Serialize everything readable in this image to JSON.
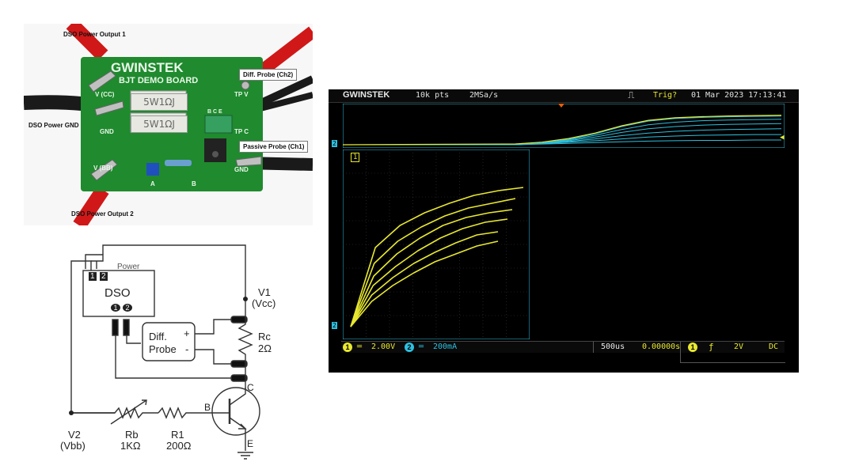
{
  "board_photo": {
    "brand": "GWINSTEK",
    "board_title": "BJT DEMO BOARD",
    "resistor_marking_1": "5W1ΩJ",
    "resistor_marking_2": "5W1ΩJ",
    "terminal_labels": "B C E",
    "silk_vcc": "V (CC)",
    "silk_gnd": "GND",
    "silk_bb": "V (BB)",
    "silk_tpv": "TP V",
    "silk_tpc": "TP C",
    "silk_gnd_right": "GND",
    "silk_a": "A",
    "silk_b": "B",
    "callout_power_out_1": "DSO Power Output 1",
    "callout_diff_probe": "Diff. Probe (Ch2)",
    "callout_power_gnd": "DSO Power GND",
    "callout_passive_probe": "Passive Probe (Ch1)",
    "callout_power_out_2": "DSO Power Output 2"
  },
  "schematic": {
    "power_label": "Power",
    "power_ports": [
      "1",
      "2"
    ],
    "dso_label": "DSO",
    "channel_ports": [
      "1",
      "2"
    ],
    "diff_probe_line1": "Diff.",
    "diff_probe_line2": "Probe",
    "plus": "+",
    "minus": "-",
    "v1_name": "V1",
    "v1_sub": "(Vcc)",
    "rc_name": "Rc",
    "rc_value": "2Ω",
    "collector": "C",
    "base": "B",
    "emitter": "E",
    "v2_name": "V2",
    "v2_sub": "(Vbb)",
    "rb_name": "Rb",
    "rb_value": "1KΩ",
    "r1_name": "R1",
    "r1_value": "200Ω"
  },
  "scope": {
    "brand": "GWINSTEK",
    "record_length": "10k pts",
    "sample_rate": "2MSa/s",
    "trigger_status": "Trig?",
    "date_time": "01 Mar 2023 17:13:41",
    "ch1_number": "1",
    "ch1_scale": "2.00V",
    "ch2_number": "2",
    "ch2_scale": "200mA",
    "timebase": "500us",
    "time_offset": "0.00000s",
    "trig_source": "1",
    "trig_level": "2V",
    "coupling": "DC",
    "xy_window_label": "1",
    "ch2_marker": "2",
    "colors": {
      "ch1": "#e8e830",
      "ch2": "#2ec0e0",
      "trigger": "#e06010",
      "bar": "#0a0a0a"
    }
  },
  "chart_data": [
    {
      "type": "line",
      "title": "",
      "xlabel": "",
      "ylabel": "",
      "series": [
        {
          "values": [
            0.0,
            0.05,
            0.15,
            0.3,
            0.5,
            0.65,
            0.72,
            0.75,
            0.77,
            0.78,
            0.79
          ]
        },
        {
          "values": [
            0.0,
            0.05,
            0.13,
            0.26,
            0.42,
            0.55,
            0.62,
            0.66,
            0.68,
            0.69,
            0.7
          ]
        },
        {
          "values": [
            0.0,
            0.04,
            0.11,
            0.21,
            0.34,
            0.44,
            0.5,
            0.54,
            0.56,
            0.57,
            0.58
          ]
        },
        {
          "values": [
            0.0,
            0.04,
            0.09,
            0.16,
            0.25,
            0.32,
            0.37,
            0.4,
            0.42,
            0.43,
            0.44
          ]
        },
        {
          "values": [
            0.0,
            0.03,
            0.07,
            0.11,
            0.16,
            0.21,
            0.24,
            0.26,
            0.27,
            0.28,
            0.28
          ]
        },
        {
          "values": [
            0.0,
            0.02,
            0.04,
            0.06,
            0.08,
            0.1,
            0.11,
            0.12,
            0.12,
            0.13,
            0.13
          ]
        }
      ],
      "x": [
        0,
        1,
        2,
        3,
        4,
        5,
        6,
        7,
        8,
        9,
        10
      ]
    },
    {
      "type": "line",
      "title": "",
      "xlabel": "",
      "ylabel": "",
      "series": [
        {
          "values": [
            0.02,
            0.18,
            0.28,
            0.36,
            0.43,
            0.48,
            0.53,
            0.56
          ]
        },
        {
          "values": [
            0.02,
            0.22,
            0.33,
            0.42,
            0.49,
            0.55,
            0.6,
            0.62
          ]
        },
        {
          "values": [
            0.02,
            0.28,
            0.4,
            0.5,
            0.58,
            0.64,
            0.68,
            0.7
          ]
        },
        {
          "values": [
            0.02,
            0.34,
            0.48,
            0.58,
            0.66,
            0.71,
            0.74,
            0.76
          ]
        },
        {
          "values": [
            0.02,
            0.42,
            0.56,
            0.65,
            0.72,
            0.77,
            0.8,
            0.83
          ]
        },
        {
          "values": [
            0.02,
            0.52,
            0.66,
            0.74,
            0.8,
            0.85,
            0.88,
            0.9
          ]
        }
      ],
      "x": [
        0,
        1,
        2,
        3,
        4,
        5,
        6,
        7
      ]
    }
  ]
}
